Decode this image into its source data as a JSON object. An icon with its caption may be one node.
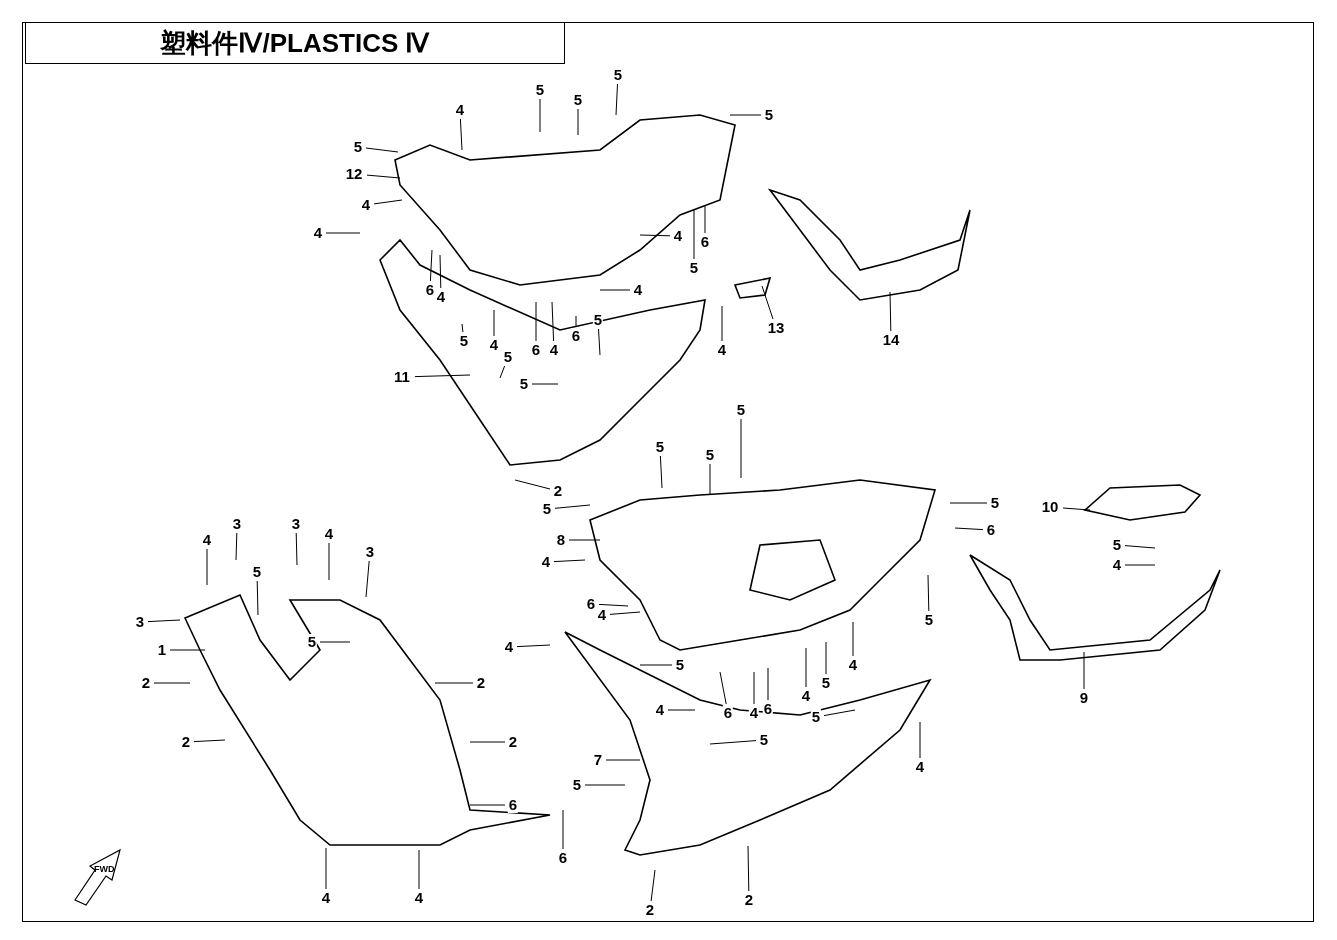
{
  "diagram": {
    "title": "塑料件Ⅳ/PLASTICS Ⅳ",
    "nodes": [
      {
        "text": [
          "4"
        ]
      },
      {
        "text": [
          "5"
        ]
      },
      {
        "text": [
          "5"
        ]
      },
      {
        "text": [
          "5"
        ]
      },
      {
        "text": [
          "5"
        ]
      },
      {
        "text": [
          "5"
        ]
      },
      {
        "text": [
          "12"
        ]
      },
      {
        "text": [
          "4"
        ]
      },
      {
        "text": [
          "4"
        ]
      },
      {
        "text": [
          "6"
        ]
      },
      {
        "text": [
          "4"
        ]
      },
      {
        "text": [
          "5"
        ]
      },
      {
        "text": [
          "6"
        ]
      },
      {
        "text": [
          "4"
        ]
      },
      {
        "text": [
          "4"
        ]
      },
      {
        "text": [
          "4"
        ]
      },
      {
        "text": [
          "6"
        ]
      },
      {
        "text": [
          "4"
        ]
      },
      {
        "text": [
          "6"
        ]
      },
      {
        "text": [
          "5"
        ]
      },
      {
        "text": [
          "4"
        ]
      },
      {
        "text": [
          "13"
        ]
      },
      {
        "text": [
          "14"
        ]
      },
      {
        "text": [
          "5"
        ]
      },
      {
        "text": [
          "5"
        ]
      },
      {
        "text": [
          "5"
        ]
      },
      {
        "text": [
          "11"
        ]
      },
      {
        "text": [
          "2"
        ]
      },
      {
        "text": [
          "5"
        ]
      },
      {
        "text": [
          "5"
        ]
      },
      {
        "text": [
          "5"
        ]
      },
      {
        "text": [
          "5"
        ]
      },
      {
        "text": [
          "8"
        ]
      },
      {
        "text": [
          "4"
        ]
      },
      {
        "text": [
          "6"
        ]
      },
      {
        "text": [
          "4"
        ]
      },
      {
        "text": [
          "5"
        ]
      },
      {
        "text": [
          "6"
        ]
      },
      {
        "text": [
          "5"
        ]
      },
      {
        "text": [
          "10"
        ]
      },
      {
        "text": [
          "5"
        ]
      },
      {
        "text": [
          "4"
        ]
      },
      {
        "text": [
          "9"
        ]
      },
      {
        "text": [
          "4"
        ]
      },
      {
        "text": [
          "5"
        ]
      },
      {
        "text": [
          "4"
        ]
      },
      {
        "text": [
          "6"
        ]
      },
      {
        "text": [
          "4"
        ]
      },
      {
        "text": [
          "6"
        ]
      },
      {
        "text": [
          "4"
        ]
      },
      {
        "text": [
          "5"
        ]
      },
      {
        "text": [
          "4"
        ]
      },
      {
        "text": [
          "5"
        ]
      },
      {
        "text": [
          "5"
        ]
      },
      {
        "text": [
          "5"
        ]
      },
      {
        "text": [
          "7"
        ]
      },
      {
        "text": [
          "4"
        ]
      },
      {
        "text": [
          "2"
        ]
      },
      {
        "text": [
          "2"
        ]
      },
      {
        "text": [
          "4"
        ]
      },
      {
        "text": [
          "3"
        ]
      },
      {
        "text": [
          "5"
        ]
      },
      {
        "text": [
          "3"
        ]
      },
      {
        "text": [
          "4"
        ]
      },
      {
        "text": [
          "3"
        ]
      },
      {
        "text": [
          "3"
        ]
      },
      {
        "text": [
          "1"
        ]
      },
      {
        "text": [
          "5"
        ]
      },
      {
        "text": [
          "2"
        ]
      },
      {
        "text": [
          "2"
        ]
      },
      {
        "text": [
          "2"
        ]
      },
      {
        "text": [
          "2"
        ]
      },
      {
        "text": [
          "6"
        ]
      },
      {
        "text": [
          "6"
        ]
      },
      {
        "text": [
          "4"
        ]
      },
      {
        "text": [
          "4"
        ]
      }
    ],
    "edges": [
      {
        "from": 0,
        "to": null,
        "arrow": "none"
      },
      {
        "from": 1,
        "to": null,
        "arrow": "none"
      },
      {
        "from": 2,
        "to": null,
        "arrow": "none"
      },
      {
        "from": 3,
        "to": null,
        "arrow": "none"
      },
      {
        "from": 4,
        "to": null,
        "arrow": "none"
      },
      {
        "from": 5,
        "to": null,
        "arrow": "none"
      },
      {
        "from": 6,
        "to": null,
        "arrow": "none"
      },
      {
        "from": 7,
        "to": null,
        "arrow": "none"
      },
      {
        "from": 8,
        "to": null,
        "arrow": "none"
      },
      {
        "from": 9,
        "to": null,
        "arrow": "none"
      },
      {
        "from": 10,
        "to": null,
        "arrow": "none"
      },
      {
        "from": 11,
        "to": null,
        "arrow": "none"
      },
      {
        "from": 12,
        "to": null,
        "arrow": "none"
      },
      {
        "from": 13,
        "to": null,
        "arrow": "none"
      },
      {
        "from": 14,
        "to": null,
        "arrow": "none"
      },
      {
        "from": 15,
        "to": null,
        "arrow": "none"
      },
      {
        "from": 16,
        "to": null,
        "arrow": "none"
      },
      {
        "from": 17,
        "to": null,
        "arrow": "none"
      },
      {
        "from": 18,
        "to": null,
        "arrow": "none"
      },
      {
        "from": 19,
        "to": null,
        "arrow": "none"
      },
      {
        "from": 20,
        "to": null,
        "arrow": "none"
      },
      {
        "from": 21,
        "to": null,
        "arrow": "none"
      },
      {
        "from": 22,
        "to": null,
        "arrow": "none"
      },
      {
        "from": 23,
        "to": null,
        "arrow": "none"
      },
      {
        "from": 24,
        "to": null,
        "arrow": "none"
      },
      {
        "from": 25,
        "to": null,
        "arrow": "none"
      },
      {
        "from": 26,
        "to": null,
        "arrow": "none"
      },
      {
        "from": 27,
        "to": null,
        "arrow": "none"
      },
      {
        "from": 28,
        "to": null,
        "arrow": "none"
      },
      {
        "from": 29,
        "to": null,
        "arrow": "none"
      },
      {
        "from": 30,
        "to": null,
        "arrow": "none"
      },
      {
        "from": 31,
        "to": null,
        "arrow": "none"
      },
      {
        "from": 32,
        "to": null,
        "arrow": "none"
      },
      {
        "from": 33,
        "to": null,
        "arrow": "none"
      },
      {
        "from": 34,
        "to": null,
        "arrow": "none"
      },
      {
        "from": 35,
        "to": null,
        "arrow": "none"
      },
      {
        "from": 36,
        "to": null,
        "arrow": "none"
      },
      {
        "from": 37,
        "to": null,
        "arrow": "none"
      },
      {
        "from": 38,
        "to": null,
        "arrow": "none"
      },
      {
        "from": 39,
        "to": null,
        "arrow": "none"
      },
      {
        "from": 40,
        "to": null,
        "arrow": "none"
      },
      {
        "from": 41,
        "to": null,
        "arrow": "none"
      },
      {
        "from": 42,
        "to": null,
        "arrow": "none"
      },
      {
        "from": 43,
        "to": null,
        "arrow": "none"
      },
      {
        "from": 44,
        "to": null,
        "arrow": "none"
      },
      {
        "from": 45,
        "to": null,
        "arrow": "none"
      },
      {
        "from": 46,
        "to": null,
        "arrow": "none"
      },
      {
        "from": 47,
        "to": null,
        "arrow": "none"
      },
      {
        "from": 48,
        "to": null,
        "arrow": "none"
      },
      {
        "from": 49,
        "to": null,
        "arrow": "none"
      },
      {
        "from": 50,
        "to": null,
        "arrow": "none"
      },
      {
        "from": 51,
        "to": null,
        "arrow": "none"
      },
      {
        "from": 52,
        "to": null,
        "arrow": "none"
      },
      {
        "from": 53,
        "to": null,
        "arrow": "none"
      },
      {
        "from": 54,
        "to": null,
        "arrow": "none"
      },
      {
        "from": 55,
        "to": null,
        "arrow": "none"
      },
      {
        "from": 56,
        "to": null,
        "arrow": "none"
      },
      {
        "from": 57,
        "to": null,
        "arrow": "none"
      },
      {
        "from": 58,
        "to": null,
        "arrow": "none"
      },
      {
        "from": 59,
        "to": null,
        "arrow": "none"
      },
      {
        "from": 60,
        "to": null,
        "arrow": "none"
      },
      {
        "from": 61,
        "to": null,
        "arrow": "none"
      },
      {
        "from": 62,
        "to": null,
        "arrow": "none"
      },
      {
        "from": 63,
        "to": null,
        "arrow": "none"
      },
      {
        "from": 64,
        "to": null,
        "arrow": "none"
      },
      {
        "from": 65,
        "to": null,
        "arrow": "none"
      },
      {
        "from": 66,
        "to": null,
        "arrow": "none"
      },
      {
        "from": 67,
        "to": null,
        "arrow": "none"
      },
      {
        "from": 68,
        "to": null,
        "arrow": "none"
      },
      {
        "from": 69,
        "to": null,
        "arrow": "none"
      },
      {
        "from": 70,
        "to": null,
        "arrow": "none"
      },
      {
        "from": 71,
        "to": null,
        "arrow": "none"
      },
      {
        "from": 72,
        "to": null,
        "arrow": "none"
      },
      {
        "from": 73,
        "to": null,
        "arrow": "none"
      },
      {
        "from": 74,
        "to": null,
        "arrow": "none"
      },
      {
        "from": 75,
        "to": null,
        "arrow": "none"
      }
    ],
    "labels": [
      "FWD"
    ]
  }
}
